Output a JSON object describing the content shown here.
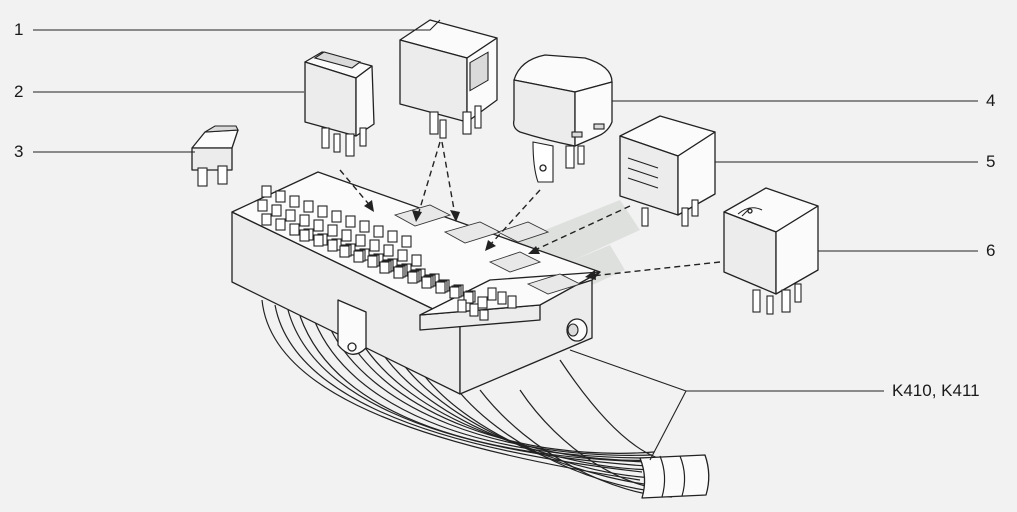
{
  "callouts": {
    "c1": "1",
    "c2": "2",
    "c3": "3",
    "c4": "4",
    "c5": "5",
    "c6": "6",
    "block": "K410, K411"
  },
  "parts": [
    {
      "id": "1",
      "kind": "relay-with-window"
    },
    {
      "id": "2",
      "kind": "small-relay"
    },
    {
      "id": "3",
      "kind": "blade-fuse"
    },
    {
      "id": "4",
      "kind": "rounded-relay"
    },
    {
      "id": "5",
      "kind": "relay-with-slots"
    },
    {
      "id": "6",
      "kind": "wiper-relay",
      "icon": "wiper-icon"
    }
  ],
  "colors": {
    "line": "#222222",
    "background": "#f2f2f2",
    "watermark": "#cfd3cf"
  }
}
